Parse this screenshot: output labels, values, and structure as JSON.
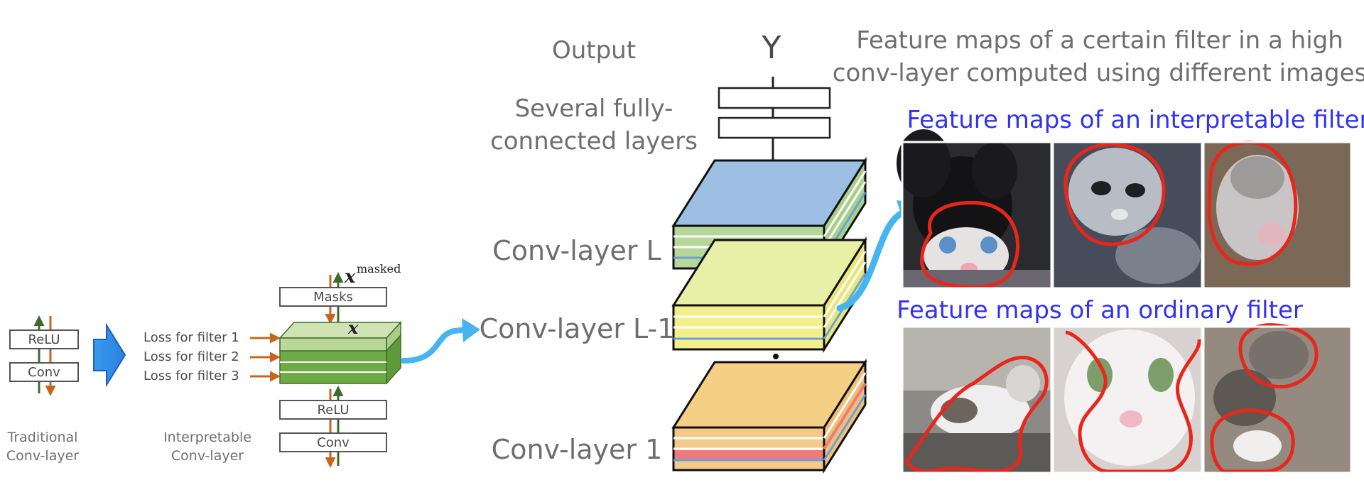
{
  "left": {
    "traditional": {
      "relu": "ReLU",
      "conv": "Conv",
      "caption_line1": "Traditional",
      "caption_line2": "Conv-layer"
    },
    "interpretable": {
      "loss1": "Loss for filter 1",
      "loss2": "Loss for filter 2",
      "loss3": "Loss for filter 3",
      "masks": "Masks",
      "x": "x",
      "x_masked_sup": "masked",
      "relu": "ReLU",
      "conv": "Conv",
      "caption_line1": "Interpretable",
      "caption_line2": "Conv-layer"
    }
  },
  "middle": {
    "output_label": "Output",
    "output_symbol": "Y",
    "fc_line1": "Several fully-",
    "fc_line2": "connected layers",
    "layer_L": "Conv-layer L",
    "layer_L1": "Conv-layer L-1",
    "layer_1": "Conv-layer 1",
    "colors": {
      "layerL_top": "#9dbfe3",
      "layerL1_top": "#e8f0a8",
      "layer1_top": "#f5cf84",
      "stripe_green": "#b5d89a",
      "stripe_yellow": "#f2f08c",
      "stripe_red": "#ee7b7b",
      "stripe_orange": "#f4c98a",
      "stripe_blue": "#9dbfe3",
      "arrow_blue": "#45b4ef"
    }
  },
  "right": {
    "header_line1": "Feature maps of a certain filter in a high",
    "header_line2": "conv-layer computed using different images",
    "interpretable_title": "Feature maps of an interpretable filter",
    "ordinary_title": "Feature maps of an ordinary filter"
  }
}
